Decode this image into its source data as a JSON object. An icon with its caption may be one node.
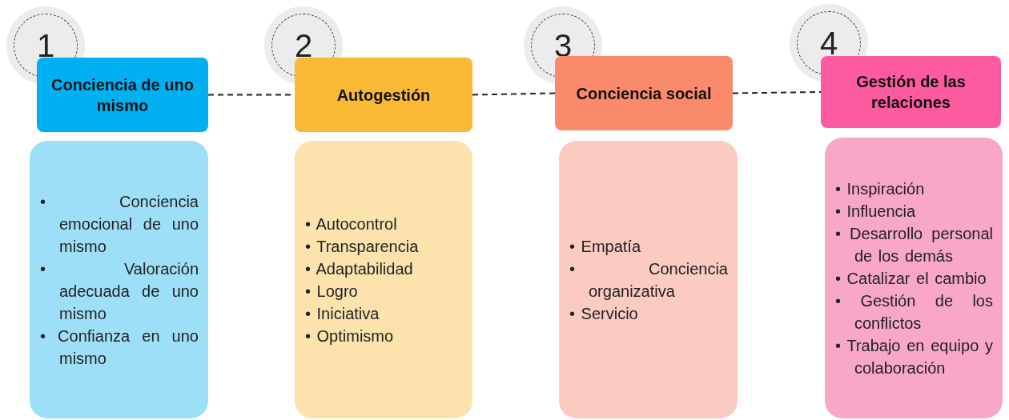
{
  "diagram": {
    "nodes": [
      {
        "text": [
          "1"
        ]
      },
      {
        "text": [
          "Conciencia de uno mismo"
        ]
      },
      {
        "text": [
          "• Conciencia emocional de uno mismo",
          "• Valoración adecuada de uno mismo",
          "• Confianza en uno mismo"
        ]
      },
      {
        "text": [
          "2"
        ]
      },
      {
        "text": [
          "Autogestión"
        ]
      },
      {
        "text": [
          "• Autocontrol",
          "• Transparencia",
          "• Adaptabilidad",
          "• Logro",
          "• Iniciativa",
          "• Optimismo"
        ]
      },
      {
        "text": [
          "3"
        ]
      },
      {
        "text": [
          "Conciencia social"
        ]
      },
      {
        "text": [
          "• Empatía",
          "• Conciencia organizativa",
          "• Servicio"
        ]
      },
      {
        "text": [
          "4"
        ]
      },
      {
        "text": [
          "Gestión de las relaciones"
        ]
      },
      {
        "text": [
          "• Inspiración",
          "• Influencia",
          "• Desarrollo personal de los demás",
          "• Catalizar el cambio",
          "• Gestión de los conflictos",
          "• Trabajo en equipo y colaboración"
        ]
      }
    ],
    "edges": [
      {
        "from": 1,
        "to": 4,
        "arrow": "none",
        "style": "dashed"
      },
      {
        "from": 4,
        "to": 7,
        "arrow": "none",
        "style": "dashed"
      },
      {
        "from": 7,
        "to": 10,
        "arrow": "none",
        "style": "dashed"
      }
    ]
  }
}
